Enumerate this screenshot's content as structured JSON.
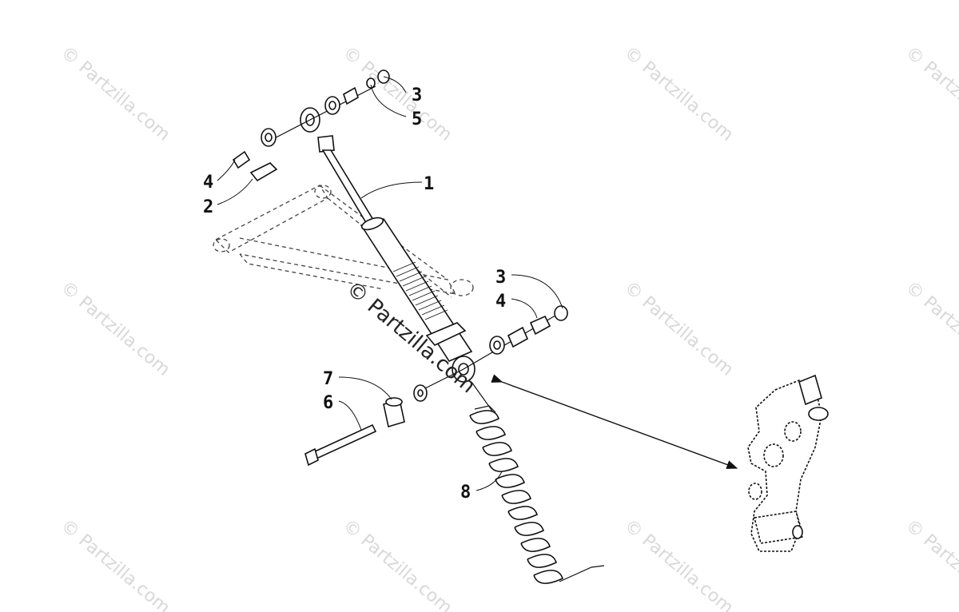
{
  "watermark": {
    "text": "© Partzilla.com",
    "main_text": "© Partzilla.com"
  },
  "callouts": [
    {
      "id": "c3a",
      "label": "3"
    },
    {
      "id": "c5",
      "label": "5"
    },
    {
      "id": "c1",
      "label": "1"
    },
    {
      "id": "c4a",
      "label": "4"
    },
    {
      "id": "c2",
      "label": "2"
    },
    {
      "id": "c3b",
      "label": "3"
    },
    {
      "id": "c4b",
      "label": "4"
    },
    {
      "id": "c7",
      "label": "7"
    },
    {
      "id": "c6",
      "label": "6"
    },
    {
      "id": "c8",
      "label": "8"
    }
  ]
}
